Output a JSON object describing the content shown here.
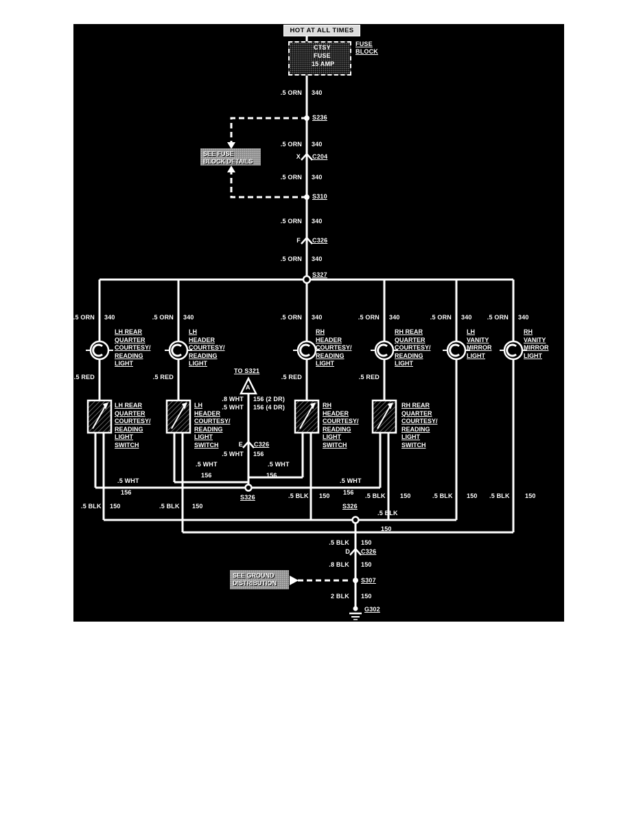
{
  "header": {
    "power_label": "HOT AT ALL TIMES"
  },
  "colors": {
    "background": "#000000",
    "wire": "#ffffff"
  },
  "fuse_block": {
    "label": [
      "FUSE",
      "BLOCK"
    ],
    "fuse_name": "CTSY",
    "fuse_word": "FUSE",
    "rating": "15 AMP"
  },
  "wires": {
    "orn": {
      "gauge": ".5 ORN",
      "circuit": "340"
    },
    "red": {
      "gauge": ".5 RED"
    },
    "wht": {
      "gauge": ".5 WHT",
      "circuit": "156"
    },
    "wht_2dr": {
      "gauge": ".8 WHT",
      "circuit": "156 (2 DR)"
    },
    "wht_4dr": {
      "gauge": ".5 WHT",
      "circuit": "156 (4 DR)"
    },
    "blk": {
      "gauge": ".5 BLK",
      "circuit": "150"
    },
    "blk_8": {
      "gauge": ".8 BLK",
      "circuit": "150"
    },
    "blk_2": {
      "gauge": "2 BLK",
      "circuit": "150"
    }
  },
  "splices": {
    "s236": "S236",
    "s310": "S310",
    "s327": "S327",
    "s326": "S326",
    "s307": "S307"
  },
  "connectors": {
    "c204": "C204",
    "c326": "C326",
    "pin_x": "X",
    "pin_f": "F",
    "pin_e": "E",
    "pin_d": "D"
  },
  "notes": {
    "fuse_details": [
      "SEE FUSE",
      "BLOCK DETAILS"
    ],
    "ground_distribution": [
      "SEE GROUND",
      "DISTRIBUTION"
    ]
  },
  "to_s321": {
    "label": "TO S321",
    "connector": "A"
  },
  "ground": {
    "g302": "G302"
  },
  "lights": [
    {
      "lines": [
        "LH REAR",
        "QUARTER",
        "COURTESY/",
        "READING",
        "LIGHT"
      ]
    },
    {
      "lines": [
        "LH",
        "HEADER",
        "COURTESY/",
        "READING",
        "LIGHT"
      ]
    },
    {
      "lines": [
        "RH",
        "HEADER",
        "COURTESY/",
        "READING",
        "LIGHT"
      ]
    },
    {
      "lines": [
        "RH REAR",
        "QUARTER",
        "COURTESY/",
        "READING",
        "LIGHT"
      ]
    },
    {
      "lines": [
        "LH",
        "VANITY",
        "MIRROR",
        "LIGHT"
      ]
    },
    {
      "lines": [
        "RH",
        "VANITY",
        "MIRROR",
        "LIGHT"
      ]
    }
  ],
  "switches": [
    {
      "lines": [
        "LH REAR",
        "QUARTER",
        "COURTESY/",
        "READING",
        "LIGHT",
        "SWITCH"
      ]
    },
    {
      "lines": [
        "LH",
        "HEADER",
        "COURTESY/",
        "READING",
        "LIGHT",
        "SWITCH"
      ]
    },
    {
      "lines": [
        "RH",
        "HEADER",
        "COURTESY/",
        "READING",
        "LIGHT",
        "SWITCH"
      ]
    },
    {
      "lines": [
        "RH REAR",
        "QUARTER",
        "COURTESY/",
        "READING",
        "LIGHT",
        "SWITCH"
      ]
    }
  ]
}
